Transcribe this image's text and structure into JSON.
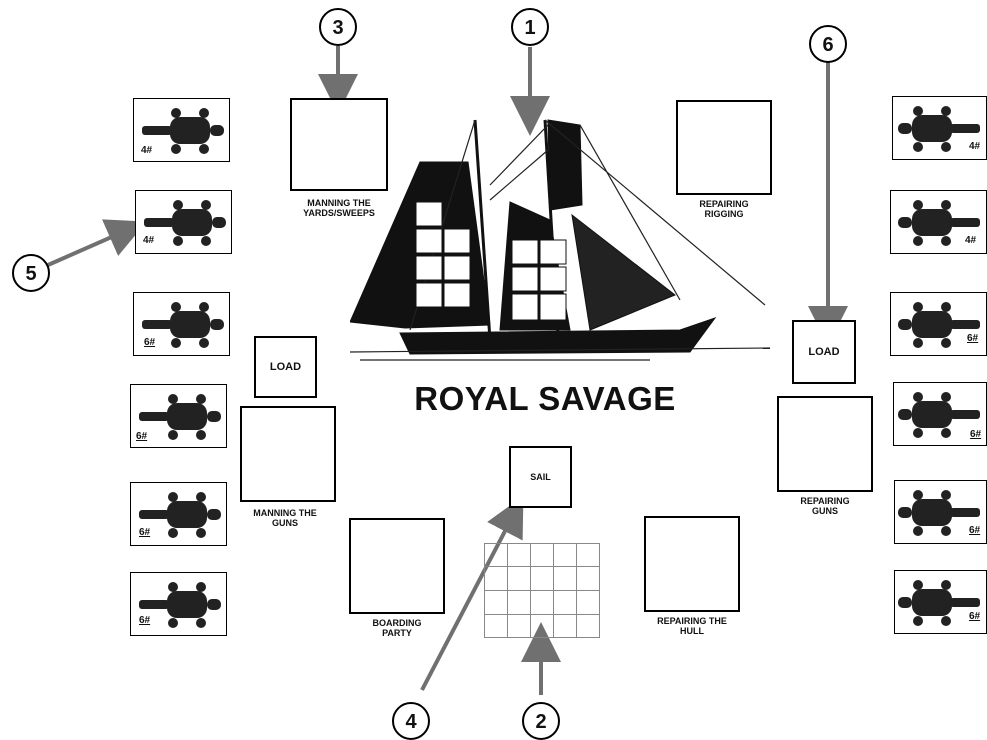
{
  "title": "ROYAL SAVAGE",
  "boxes": {
    "manning_yards": "MANNING THE YARDS/SWEEPS",
    "repairing_rigging": "REPAIRING RIGGING",
    "manning_guns": "MANNING THE GUNS",
    "repairing_guns": "REPAIRING GUNS",
    "boarding_party": "BOARDING PARTY",
    "repairing_hull": "REPAIRING THE HULL",
    "sail": "SAIL",
    "load_left": "LOAD",
    "load_right": "LOAD"
  },
  "cannons_left": [
    "4#",
    "4#",
    "6#",
    "6#",
    "6#",
    "6#"
  ],
  "cannons_right": [
    "4#",
    "4#",
    "6#",
    "6#",
    "6#",
    "6#"
  ],
  "callouts": [
    "1",
    "2",
    "3",
    "4",
    "5",
    "6"
  ],
  "colors": {
    "arrow": "#707070",
    "ink": "#000000"
  }
}
